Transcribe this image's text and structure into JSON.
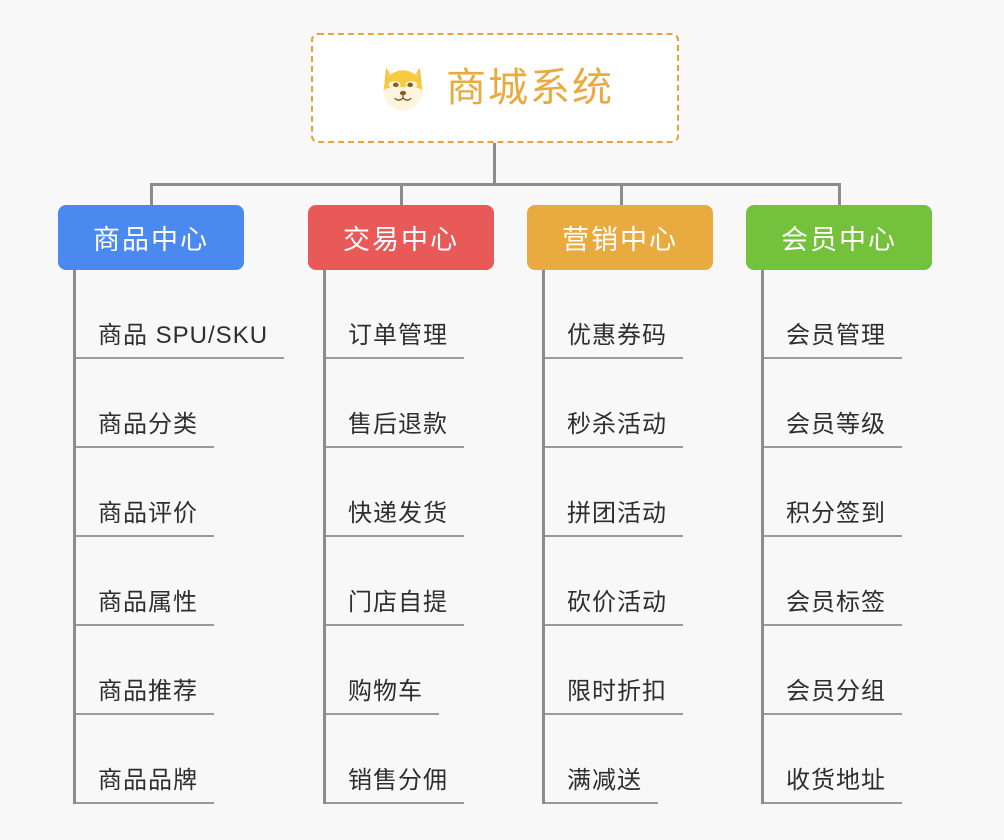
{
  "background_color": "#f8f8f8",
  "connector_color": "#8c8c8c",
  "root": {
    "title": "商城系统",
    "icon": "shiba-dog-emoji",
    "text_color": "#e9ab3f",
    "border_color": "#e8a33d",
    "background_color": "#ffffff"
  },
  "branches": [
    {
      "label": "商品中心",
      "color": "#4a8af0",
      "items": [
        "商品 SPU/SKU",
        "商品分类",
        "商品评价",
        "商品属性",
        "商品推荐",
        "商品品牌"
      ]
    },
    {
      "label": "交易中心",
      "color": "#e85a58",
      "items": [
        "订单管理",
        "售后退款",
        "快递发货",
        "门店自提",
        "购物车",
        "销售分佣"
      ]
    },
    {
      "label": "营销中心",
      "color": "#e9ab3f",
      "items": [
        "优惠券码",
        "秒杀活动",
        "拼团活动",
        "砍价活动",
        "限时折扣",
        "满减送"
      ]
    },
    {
      "label": "会员中心",
      "color": "#74c13c",
      "items": [
        "会员管理",
        "会员等级",
        "积分签到",
        "会员标签",
        "会员分组",
        "收货地址"
      ]
    }
  ]
}
